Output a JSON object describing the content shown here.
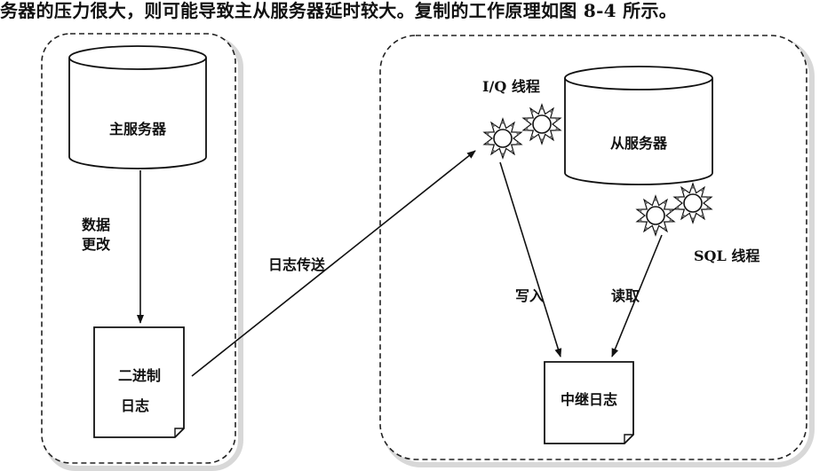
{
  "caption": "务器的压力很大，则可能导致主从服务器延时较大。复制的工作原理如图 8-4 所示。",
  "master_server": "主服务器",
  "data_change_line1": "数据",
  "data_change_line2": "更改",
  "binlog_line1": "二进制",
  "binlog_line2": "日志",
  "log_shipping": "日志传送",
  "io_thread": "I/Q  线程",
  "slave_server": "从服务器",
  "sql_thread": "SQL  线程",
  "write": "写入",
  "read": "读取",
  "relay_log": "中继日志"
}
